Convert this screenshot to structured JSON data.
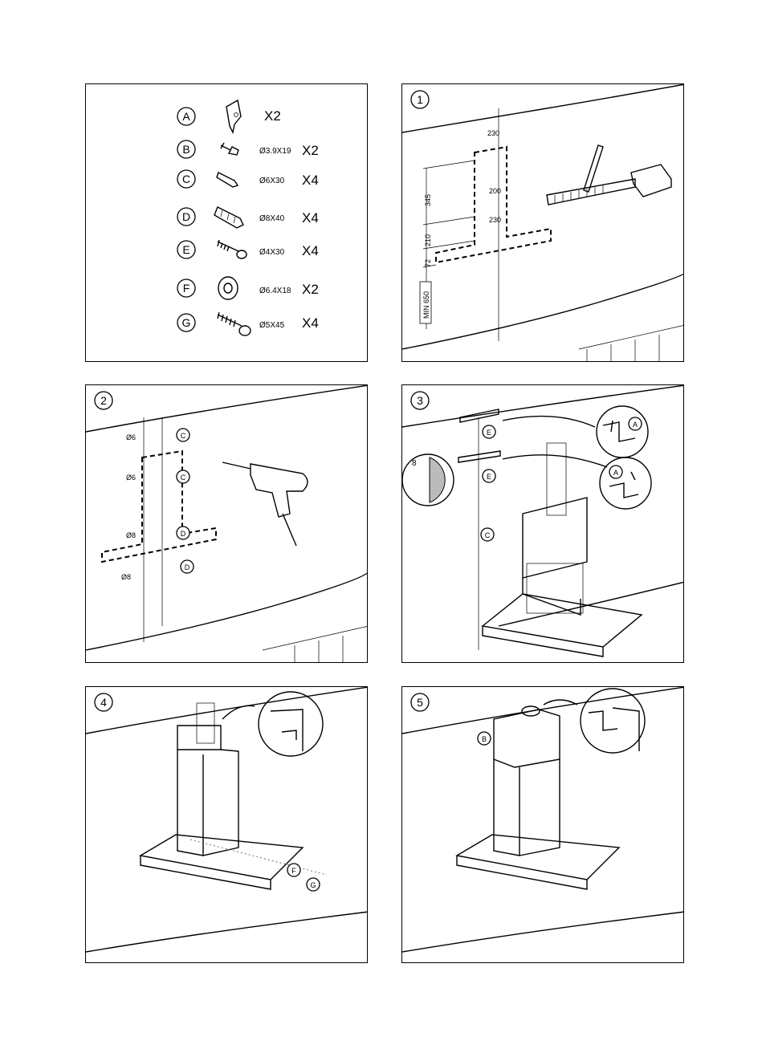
{
  "parts_legend": {
    "rows": [
      {
        "letter": "A",
        "size": "",
        "qty": "X2",
        "icon": "wall-bracket-icon"
      },
      {
        "letter": "B",
        "size": "Ø3.9X19",
        "qty": "X2",
        "icon": "small-screw-icon"
      },
      {
        "letter": "C",
        "size": "Ø6X30",
        "qty": "X4",
        "icon": "small-wall-plug-icon"
      },
      {
        "letter": "D",
        "size": "Ø8X40",
        "qty": "X4",
        "icon": "large-wall-plug-icon"
      },
      {
        "letter": "E",
        "size": "Ø4X30",
        "qty": "X4",
        "icon": "screw-icon"
      },
      {
        "letter": "F",
        "size": "Ø6.4X18",
        "qty": "X2",
        "icon": "washer-icon"
      },
      {
        "letter": "G",
        "size": "Ø5X45",
        "qty": "X4",
        "icon": "large-screw-icon"
      }
    ]
  },
  "steps": {
    "s1": {
      "number": "1",
      "dims": {
        "top_width": "230",
        "mid_width": "200",
        "low_width": "230",
        "h1": "345",
        "h2": "210",
        "h3": "72",
        "min": "MIN 650"
      }
    },
    "s2": {
      "number": "2",
      "holes": [
        "Ø6",
        "Ø6",
        "Ø8",
        "Ø8"
      ],
      "callouts": [
        "C",
        "C",
        "D",
        "D"
      ]
    },
    "s3": {
      "number": "3",
      "callouts": {
        "e1": "E",
        "e2": "E",
        "a1": "A",
        "a2": "A",
        "c": "C",
        "detail": "8"
      }
    },
    "s4": {
      "number": "4",
      "callouts": {
        "f": "F",
        "g": "G"
      }
    },
    "s5": {
      "number": "5",
      "callouts": {
        "b": "B"
      }
    }
  }
}
